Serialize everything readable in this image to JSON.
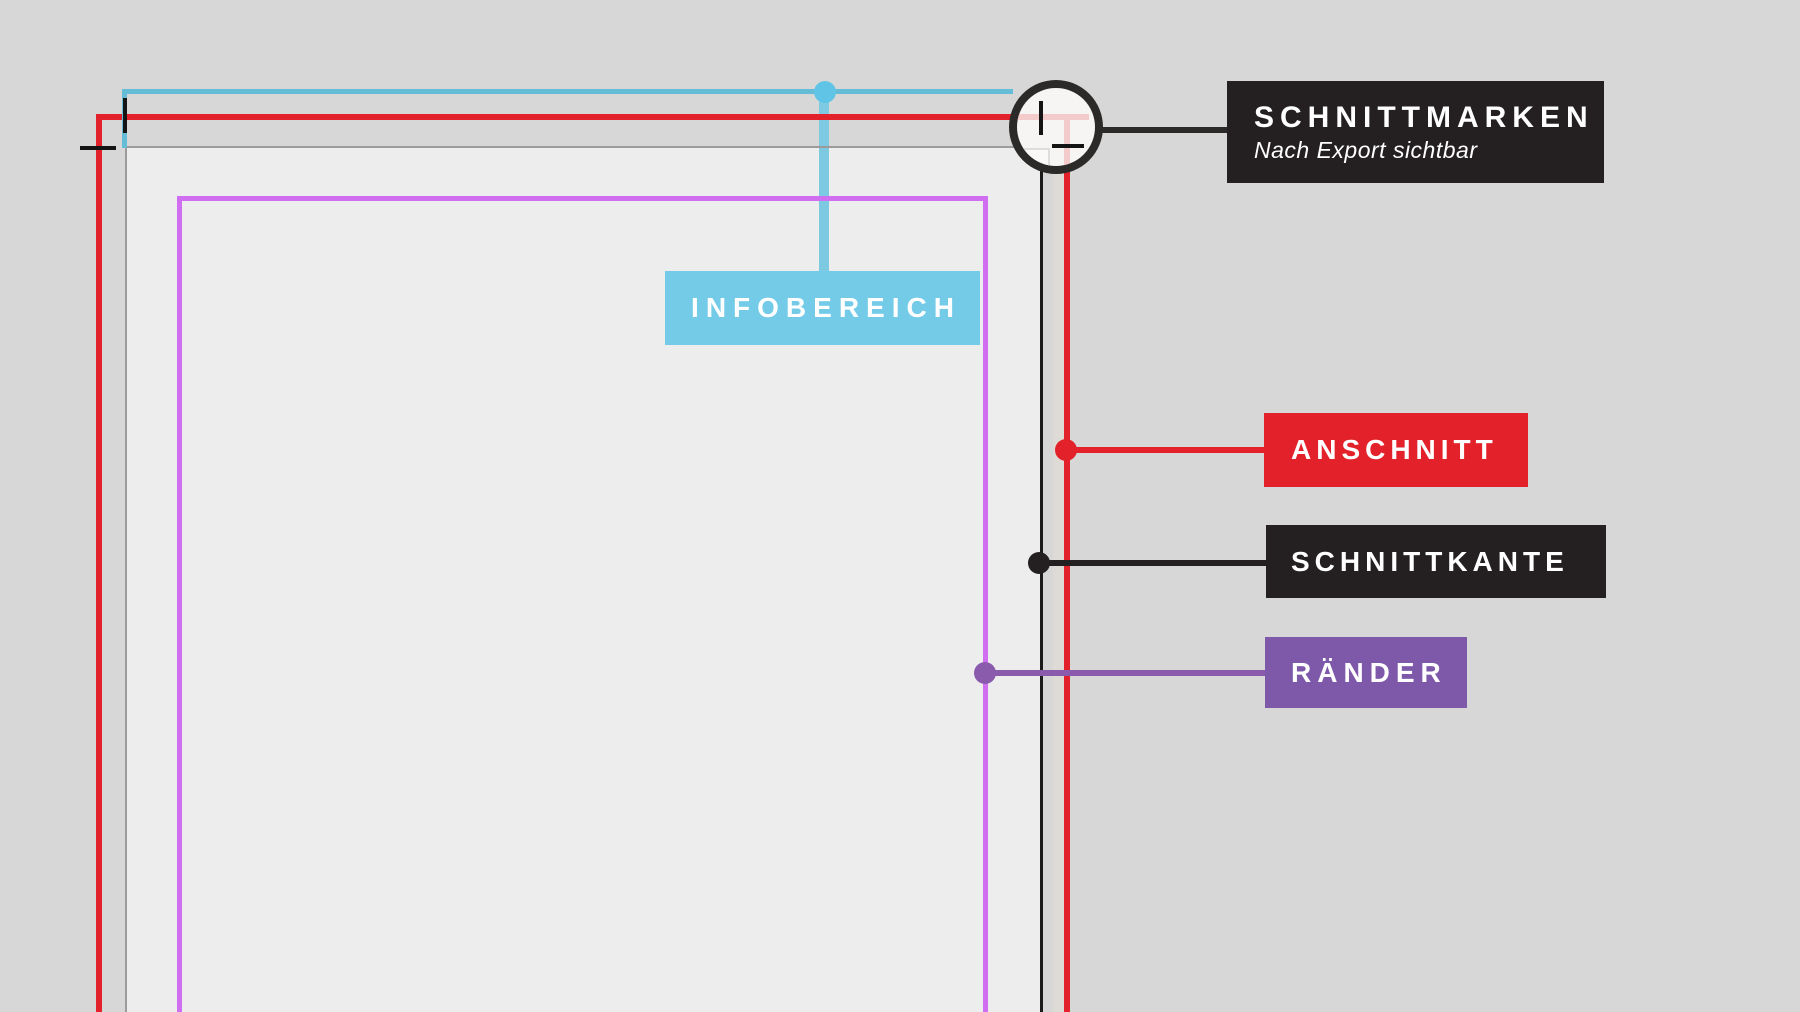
{
  "annotations": {
    "schnittmarken": {
      "label": "SCHNITTMARKEN",
      "sublabel": "Nach Export sichtbar",
      "box_color": "#242021",
      "connector_color": "#2b2a29"
    },
    "infobereich": {
      "label": "INFOBEREICH",
      "box_color": "#74cbe8",
      "line_color": "#64bcd6",
      "connector_color": "#7ec9e2",
      "dot_color": "#5fc4e6"
    },
    "anschnitt": {
      "label": "ANSCHNITT",
      "box_color": "#e3212a",
      "line_color": "#e3212a",
      "connector_color": "#e3212a",
      "dot_color": "#e3212a"
    },
    "schnittkante": {
      "label": "SCHNITTKANTE",
      "box_color": "#242021",
      "line_color": "#1c1a1a",
      "connector_color": "#242021",
      "dot_color": "#242021"
    },
    "raender": {
      "label": "RÄNDER",
      "box_color": "#7e58a9",
      "line_color": "#d06ef2",
      "connector_color": "#8a5bad",
      "dot_color": "#8a5bad"
    }
  },
  "colors": {
    "background": "#d7d7d7",
    "page_fill": "#ededee",
    "trim_edge_gray": "#9c9a9a",
    "crop_mark": "#141414",
    "magnifier_ring": "#2b2a29",
    "magnifier_fill": "#f6f5f4",
    "faded_bleed_pink": "#f3cbca",
    "label_text": "#ffffff"
  }
}
